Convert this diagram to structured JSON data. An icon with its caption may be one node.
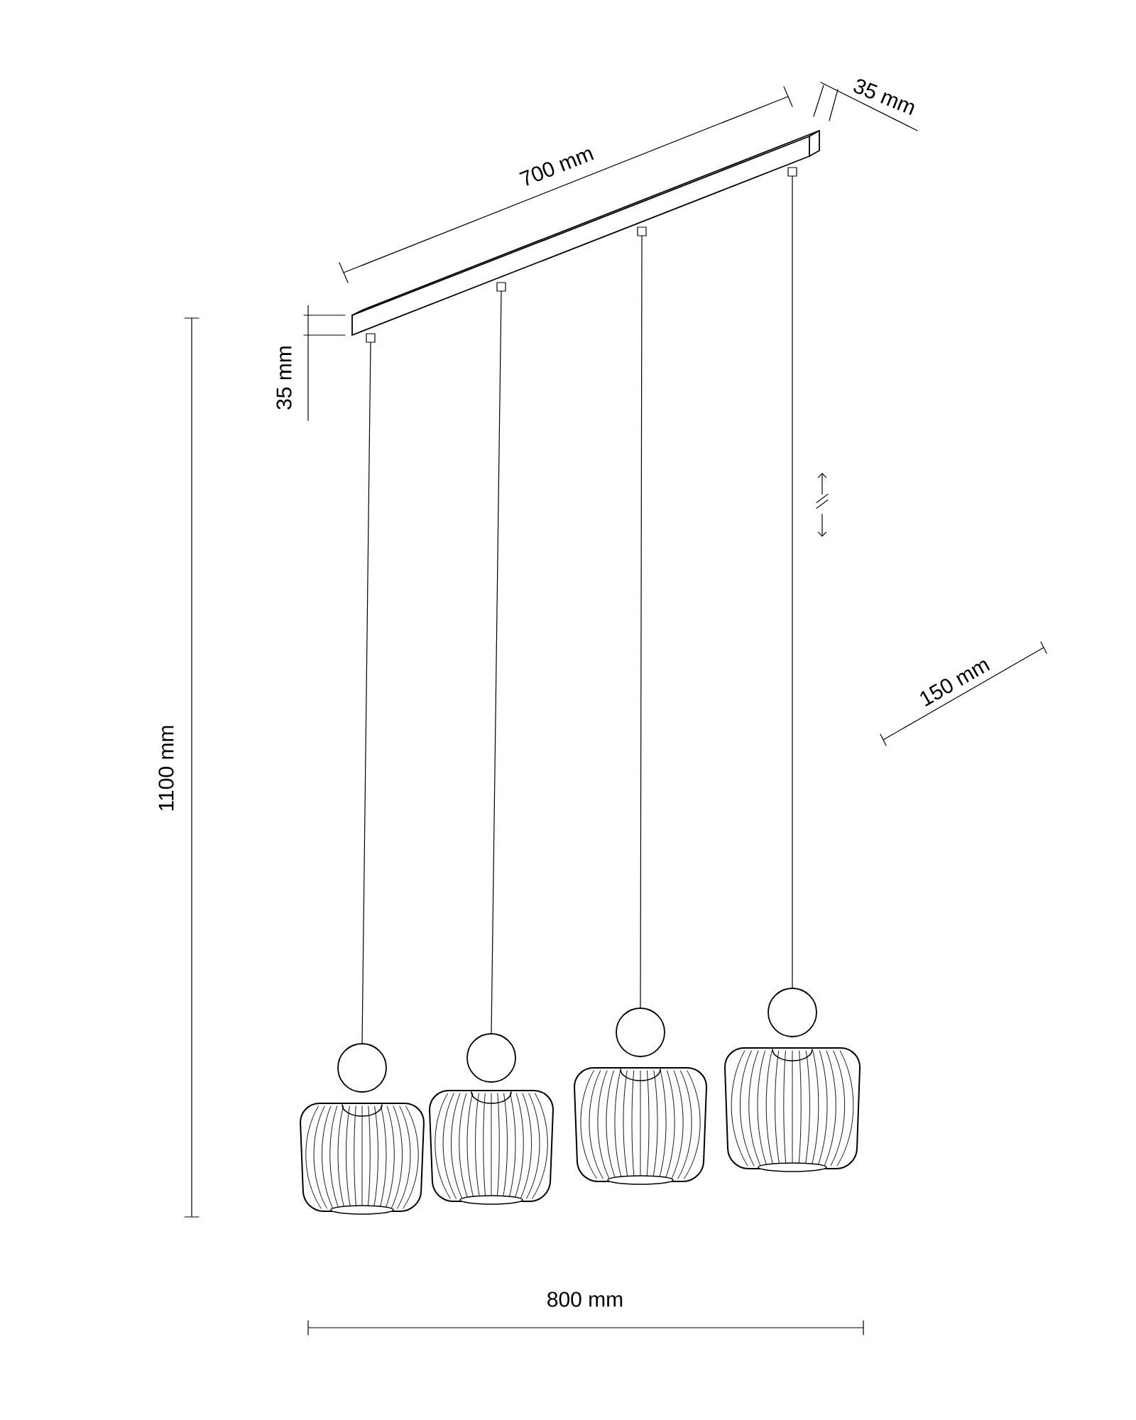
{
  "diagram": {
    "labels": [
      "700 mm",
      "35 mm",
      "35 mm",
      "1100 mm",
      "150 mm",
      "800 mm"
    ]
  }
}
